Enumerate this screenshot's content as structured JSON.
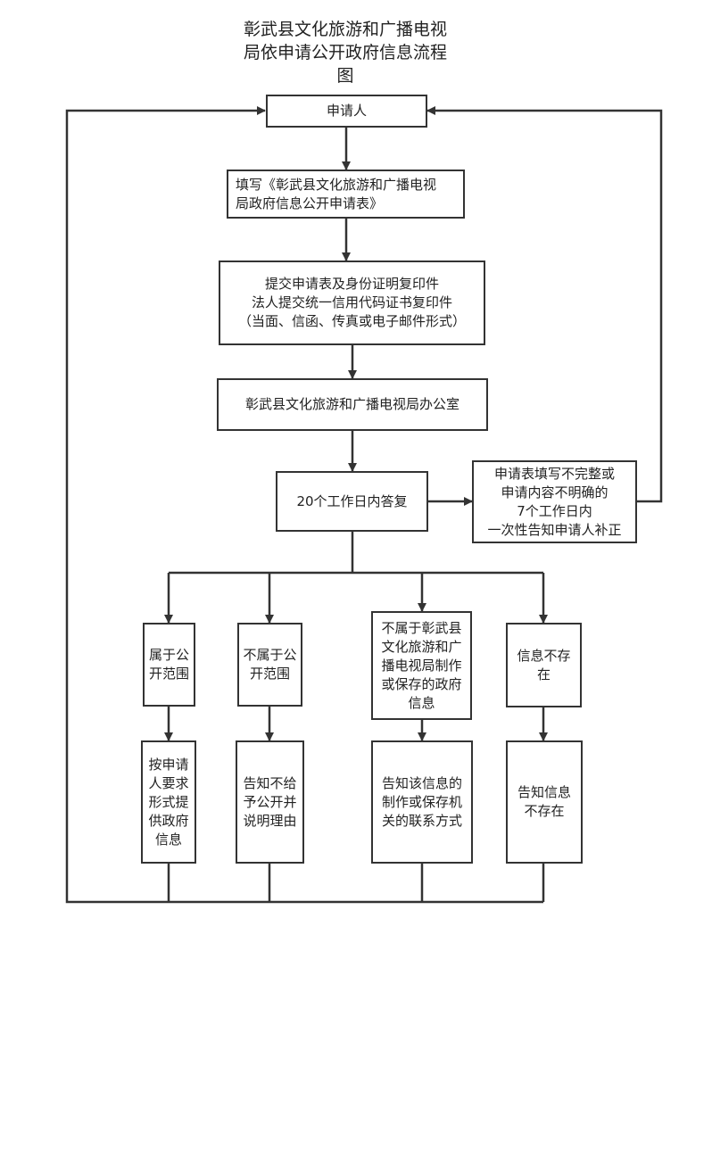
{
  "title": {
    "lines": [
      "彰武县文化旅游和广播电视",
      "局依申请公开政府信息流程",
      "图"
    ]
  },
  "nodes": {
    "applicant": {
      "lines": [
        "申请人"
      ]
    },
    "fill_form": {
      "lines": [
        "填写《彰武县文化旅游和广播电视",
        "局政府信息公开申请表》"
      ]
    },
    "submit": {
      "lines": [
        "提交申请表及身份证明复印件",
        "法人提交统一信用代码证书复印件",
        "（当面、信函、传真或电子邮件形式）"
      ]
    },
    "office": {
      "lines": [
        "彰武县文化旅游和广播电视局办公室"
      ]
    },
    "reply": {
      "lines": [
        "20个工作日内答复"
      ]
    },
    "incomplete": {
      "lines": [
        "申请表填写不完整或",
        "申请内容不明确的",
        "7个工作日内",
        "一次性告知申请人补正"
      ]
    },
    "public": {
      "lines": [
        "属于公",
        "开范围"
      ]
    },
    "not_public": {
      "lines": [
        "不属于公",
        "开范围"
      ]
    },
    "not_ours": {
      "lines": [
        "不属于彰武县",
        "文化旅游和广",
        "播电视局制作",
        "或保存的政府",
        "信息"
      ]
    },
    "not_exist": {
      "lines": [
        "信息不存",
        "在"
      ]
    },
    "provide": {
      "lines": [
        "按申请",
        "人要求",
        "形式提",
        "供政府",
        "信息"
      ]
    },
    "deny": {
      "lines": [
        "告知不给",
        "予公开并",
        "说明理由"
      ]
    },
    "contact": {
      "lines": [
        "告知该信息的",
        "制作或保存机",
        "关的联系方式"
      ]
    },
    "inform_not_exist": {
      "lines": [
        "告知信息",
        "不存在"
      ]
    }
  }
}
